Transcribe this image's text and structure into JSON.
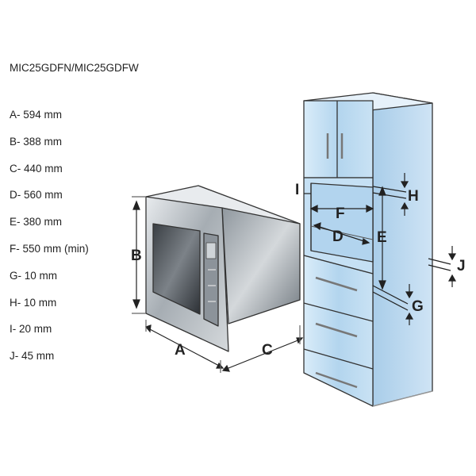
{
  "model": "MIC25GDFN/MIC25GDFW",
  "dimensions": [
    {
      "key": "A",
      "text": "A- 594 mm"
    },
    {
      "key": "B",
      "text": "B- 388 mm"
    },
    {
      "key": "C",
      "text": "C- 440 mm"
    },
    {
      "key": "D",
      "text": "D- 560 mm"
    },
    {
      "key": "E",
      "text": "E- 380 mm"
    },
    {
      "key": "F",
      "text": "F- 550 mm (min)"
    },
    {
      "key": "G",
      "text": "G- 10 mm"
    },
    {
      "key": "H",
      "text": "H- 10 mm"
    },
    {
      "key": "I",
      "text": "I- 20 mm"
    },
    {
      "key": "J",
      "text": "J- 45 mm"
    }
  ],
  "diagram_labels": {
    "A": "A",
    "B": "B",
    "C": "C",
    "D": "D",
    "E": "E",
    "F": "F",
    "G": "G",
    "H": "H",
    "I": "I",
    "J": "J"
  },
  "colors": {
    "cabinet": "#bfdcf2",
    "steel": "#9aa3aa",
    "lines": "#333333"
  }
}
